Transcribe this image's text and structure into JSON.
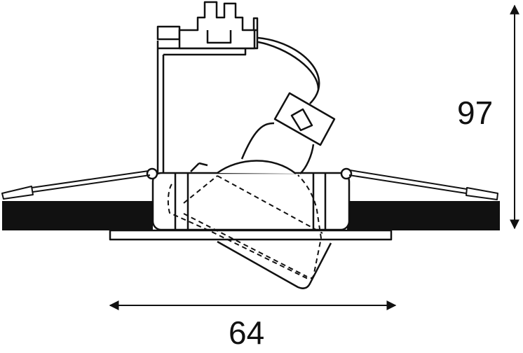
{
  "drawing": {
    "subject": "recessed downlight fitting with tilting lamp holder, side elevation",
    "dimensions": {
      "height": {
        "value": "97",
        "orientation": "vertical"
      },
      "width": {
        "value": "64",
        "orientation": "horizontal"
      }
    },
    "colors": {
      "line": "#111111",
      "fill_ceiling": "#111111",
      "background": "#ffffff"
    }
  }
}
